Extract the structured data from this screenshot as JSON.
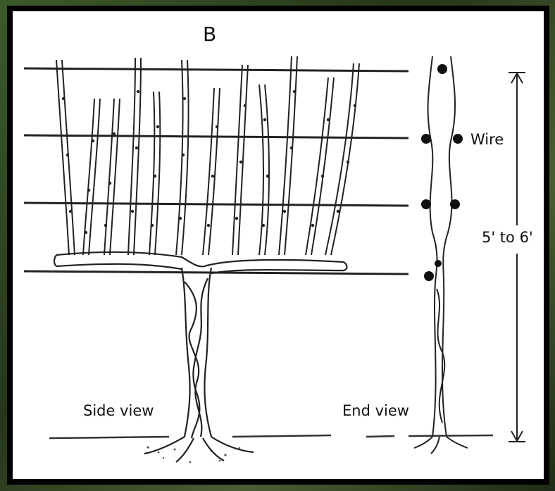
{
  "figure": {
    "panel_label": "B",
    "wire_label": "Wire",
    "height_label": "5' to 6'",
    "side_view_label": "Side view",
    "end_view_label": "End view"
  },
  "colors": {
    "ink": "#111111",
    "background": "#ffffff",
    "border": "#000000"
  }
}
